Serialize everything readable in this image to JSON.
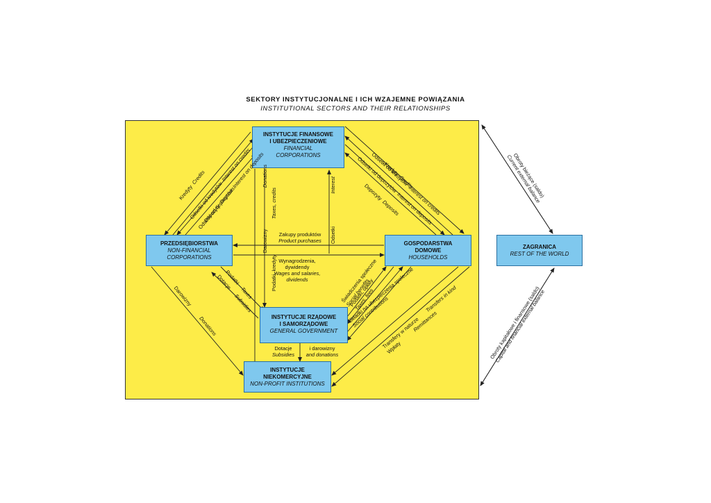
{
  "title": {
    "pl": "SEKTORY INSTYTUCJONALNE I ICH WZAJEMNE POWIĄZANIA",
    "en": "INSTITUTIONAL SECTORS AND THEIR RELATIONSHIPS"
  },
  "colors": {
    "panel": "#fdec48",
    "box": "#7fc8ee",
    "arrow": "#222222"
  },
  "boxes": {
    "financial": {
      "pl1": "INSTYTUCJE FINANSOWE",
      "pl2": "I UBEZPIECZENIOWE",
      "en1": "FINANCIAL",
      "en2": "CORPORATIONS"
    },
    "nonfinancial": {
      "pl1": "PRZEDSIĘBIORSTWA",
      "en1": "NON-FINANCIAL",
      "en2": "CORPORATIONS"
    },
    "households": {
      "pl1": "GOSPODARSTWA",
      "pl2": "DOMOWE",
      "en1": "HOUSEHOLDS"
    },
    "government": {
      "pl1": "INSTYTUCJE RZĄDOWE",
      "pl2": "I SAMORZĄDOWE",
      "en1": "GENERAL GOVERNMENT"
    },
    "nonprofit": {
      "pl1": "INSTYTUCJE",
      "pl2": "NIEKOMERCYJNE",
      "en1": "NON-PROFIT INSTITUTIONS"
    },
    "abroad": {
      "pl1": "ZAGRANICA",
      "en1": "REST OF THE WORLD"
    }
  },
  "labels": {
    "credits_l": {
      "pl": "Kredyty",
      "en": "Credits"
    },
    "int_credits_l": {
      "pl": "Odsetki od kredytów",
      "en": "Interest on credits"
    },
    "int_dep_l": {
      "pl": "Odsetki od depozytów",
      "en": "Interest on deposits"
    },
    "deposits_l": {
      "pl": "Depozyty",
      "en": "Deposits"
    },
    "credits_r": {
      "pl": "Kredyty",
      "en": "Credits"
    },
    "int_credits_r": {
      "pl": "Odsetki od kredytów",
      "en": "Interest on credits"
    },
    "int_dep_r": {
      "pl": "Odsetki od depozytów",
      "en": "Interest on deposits"
    },
    "deposits_r": {
      "pl": "Depozyty",
      "en": "Deposits"
    },
    "donations_v": {
      "pl": "Darowizny",
      "en": "Donations"
    },
    "taxes_v": {
      "pl": "Podatki, kredyty",
      "en": "Taxes, credits"
    },
    "interest_v": {
      "pl": "Odsetki",
      "en": "Interest"
    },
    "purchases": {
      "pl": "Zakupy produktów",
      "en": "Product purchases"
    },
    "wages": {
      "pl1": "Wynagrodzenia,",
      "pl2": "dywidendy",
      "en1": "Wages and salaries,",
      "en2": "dividends"
    },
    "taxes_nf": {
      "pl": "Podatki",
      "en": "Taxes"
    },
    "subsidies_nf": {
      "pl": "Dotacje",
      "en": "Subsidies"
    },
    "donations_diag": {
      "pl": "Darowizny",
      "en": "Donations"
    },
    "benefits": {
      "pl": "Świadczenia społeczne",
      "en": "Social benefits"
    },
    "taxes_hh": {
      "pl": "Podatki, opłaty",
      "en": "Taxes, fees"
    },
    "contrib": {
      "pl": "Składki na ubezpieczenia społeczne",
      "en": "Social contributions"
    },
    "transfers": {
      "pl": "Transfery w naturze",
      "en": "Transfers in kind"
    },
    "remit": {
      "pl": "Wpłaty",
      "en": "Remittances"
    },
    "sub_gov_np": {
      "pl": "Dotacje",
      "en": "Subsidies"
    },
    "don_gov_np": {
      "pl": "i darowizny",
      "en": "and donations"
    },
    "current": {
      "pl": "Obroty bieżące (saldo)",
      "en": "Current external balance"
    },
    "capital": {
      "pl": "Obroty kapitałowe i finansowe (saldo)",
      "en": "Capital and financial external balance"
    }
  }
}
